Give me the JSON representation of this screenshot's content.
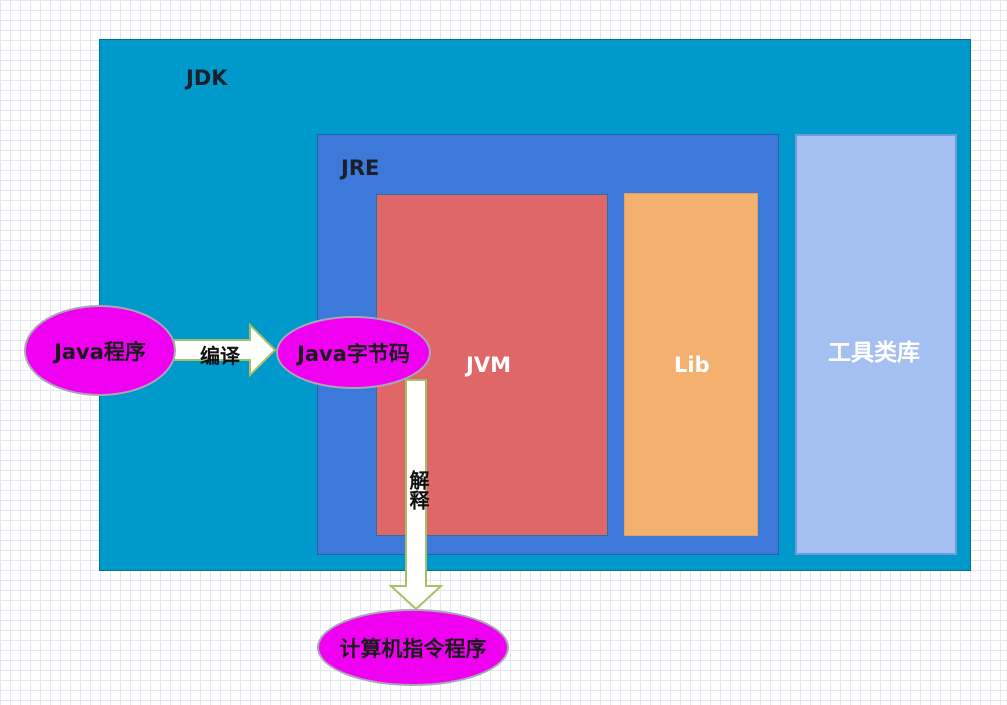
{
  "diagram": {
    "jdk": {
      "label": "JDK"
    },
    "jre": {
      "label": "JRE"
    },
    "jvm": {
      "label": "JVM"
    },
    "lib": {
      "label": "Lib"
    },
    "tools": {
      "label": "工具类库"
    },
    "nodes": {
      "java_program": "Java程序",
      "java_bytecode": "Java字节码",
      "machine_program": "计算机指令程序"
    },
    "edges": {
      "compile": "编译",
      "interpret": "解释"
    }
  },
  "colors": {
    "jdk": "#0099cc",
    "jre": "#3c79d8",
    "jvm": "#e06767",
    "lib": "#f4b06f",
    "tools": "#a4c0f3",
    "ellipse": "#f000f0",
    "arrow_fill": "#ffffff",
    "arrow_stroke": "#a8bf6a"
  }
}
